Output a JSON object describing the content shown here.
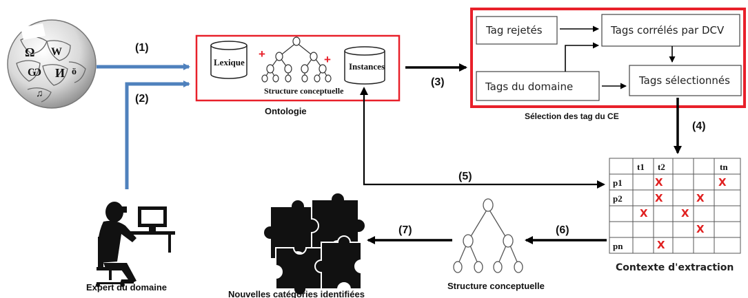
{
  "labels": {
    "step1": "(1)",
    "step2": "(2)",
    "step3": "(3)",
    "step4": "(4)",
    "step5": "(5)",
    "step6": "(6)",
    "step7": "(7)",
    "ontology": "Ontologie",
    "lexique": "Lexique",
    "structure_inner": "Structure conceptuelle",
    "instances": "Instances",
    "expert": "Expert du domaine",
    "selection_caption": "Sélection des tag du CE",
    "context_caption": "Contexte d'extraction",
    "structure_caption": "Structure conceptuelle",
    "categories_caption": "Nouvelles catégories identifiées",
    "plus": "+"
  },
  "selection": {
    "rejected": "Tag rejetés",
    "correlated": "Tags corrélés par  DCV",
    "domain": "Tags du domaine",
    "selected": "Tags sélectionnés"
  },
  "matrix": {
    "col_headers": [
      "t1",
      "t2",
      "tn"
    ],
    "row_headers": [
      "p1",
      "p2",
      "pn"
    ],
    "mark": "X"
  },
  "colors": {
    "arrow_blue": "#4f81bd",
    "frame_red": "#e8202a",
    "mark_red": "#e02020"
  },
  "icons": {
    "wikipedia": "wikipedia-globe-icon",
    "expert": "person-at-computer-icon",
    "puzzle": "puzzle-pieces-icon"
  }
}
